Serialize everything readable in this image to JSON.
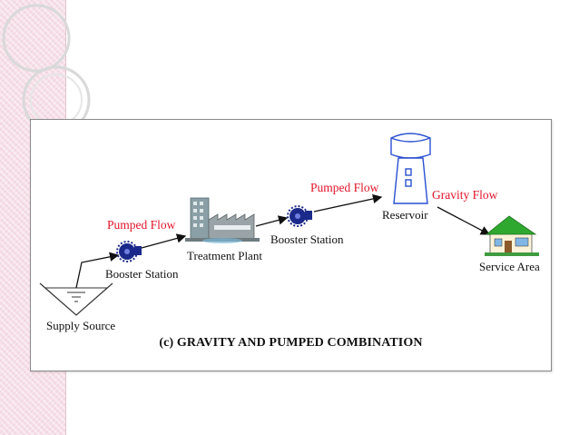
{
  "diagram": {
    "caption": "(c) GRAVITY AND PUMPED COMBINATION",
    "nodes": {
      "supply_source": "Supply Source",
      "booster_station_1": "Booster Station",
      "treatment_plant": "Treatment Plant",
      "booster_station_2": "Booster Station",
      "reservoir": "Reservoir",
      "service_area": "Service Area"
    },
    "flows": {
      "pumped_flow_1": "Pumped Flow",
      "pumped_flow_2": "Pumped Flow",
      "gravity_flow": "Gravity Flow"
    },
    "colors": {
      "flow_label": "#e0152a",
      "pump": "#1b2a8a",
      "reservoir_outline": "#2a4fd0",
      "house_roof": "#2fa82f"
    }
  }
}
